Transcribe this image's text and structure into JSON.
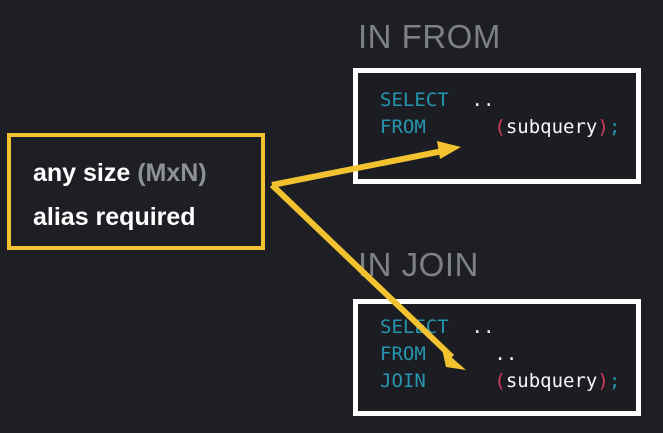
{
  "background_color": "#1e1f24",
  "accent_color": "#f2c230",
  "callout": {
    "name": "subquery-constraints-callout",
    "line1_main": "any size ",
    "line1_dim": "(MxN)",
    "line2": "alias required",
    "border_color": "#f2c230"
  },
  "sections": [
    {
      "id": "in-from",
      "heading": "IN FROM",
      "heading_color": "#7d8085",
      "code_lines": [
        {
          "keyword": "SELECT",
          "gap": "  ",
          "body_plain": "..",
          "paren_open": "",
          "ident": "",
          "paren_close": "",
          "semi": ""
        },
        {
          "keyword": "FROM",
          "gap": "      ",
          "body_plain": "",
          "paren_open": "(",
          "ident": "subquery",
          "paren_close": ")",
          "semi": ";"
        }
      ]
    },
    {
      "id": "in-join",
      "heading": "IN JOIN",
      "heading_color": "#7d8085",
      "code_lines": [
        {
          "keyword": "SELECT",
          "gap": "  ",
          "body_plain": "..",
          "paren_open": "",
          "ident": "",
          "paren_close": "",
          "semi": ""
        },
        {
          "keyword": "FROM",
          "gap": "      ",
          "body_plain": "..",
          "paren_open": "",
          "ident": "",
          "paren_close": "",
          "semi": ""
        },
        {
          "keyword": "JOIN",
          "gap": "      ",
          "body_plain": "",
          "paren_open": "(",
          "ident": "subquery",
          "paren_close": ")",
          "semi": ";"
        }
      ]
    }
  ],
  "syntax_colors": {
    "keyword": "#2596ae",
    "paren": "#d13b5e",
    "identifier": "#f7f7f7",
    "semicolon": "#2596ae",
    "dots": "#f2f2f2"
  },
  "arrows": {
    "color": "#f2c230",
    "origin": "callout-right-edge",
    "targets": [
      "in-from-subquery",
      "in-join-subquery"
    ]
  }
}
